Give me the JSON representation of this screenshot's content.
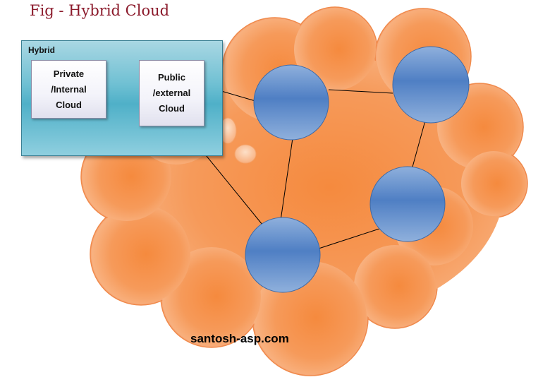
{
  "title": "Fig - Hybrid Cloud",
  "hybrid": {
    "label": "Hybrid",
    "private_cloud": "Private\n/Internal\nCloud",
    "public_cloud": "Public\n/external\nCloud"
  },
  "footer": "santosh-asp.com",
  "colors": {
    "title": "#8b1a2b",
    "cloud_fill": "#f7a877",
    "cloud_outline": "#f08a4b",
    "node_fill": "#5b86c7",
    "hybrid_panel": "#4fb0c8",
    "connector": "#000000"
  }
}
